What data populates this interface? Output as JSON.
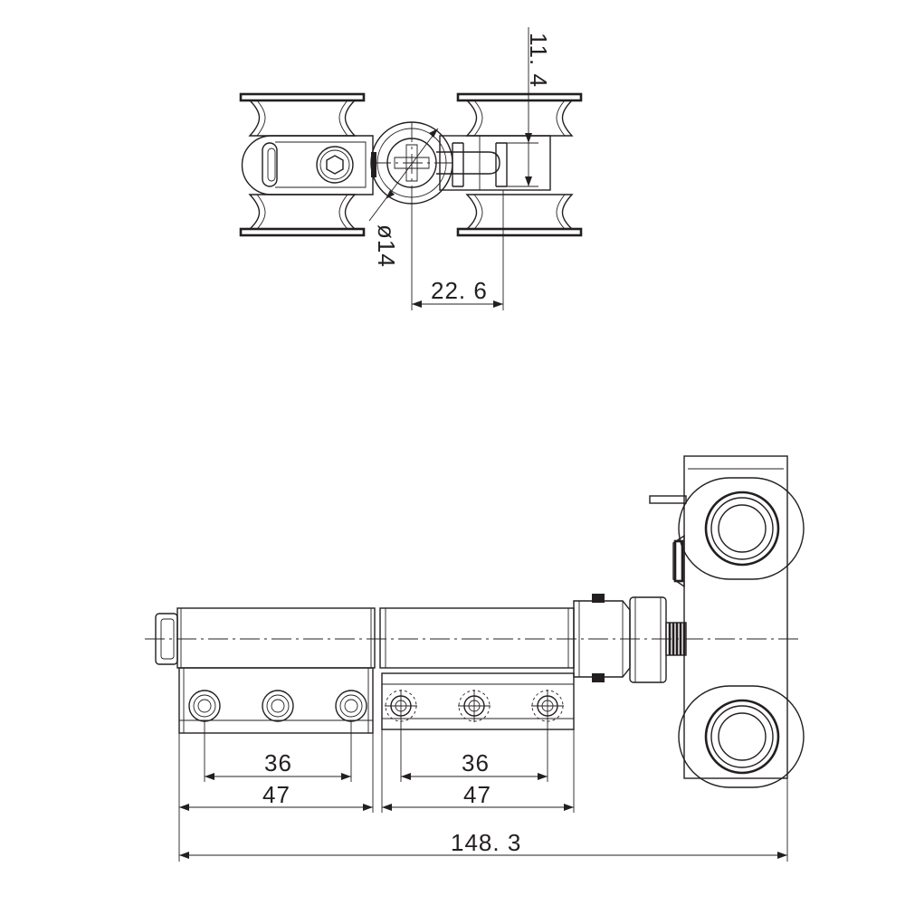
{
  "top_view": {
    "dim_height": "11. 4",
    "dim_diameter": "ø14",
    "dim_offset": "22. 6"
  },
  "front_view": {
    "dim_hole_pitch_left": "36",
    "dim_hole_pitch_right": "36",
    "dim_leaf_left": "47",
    "dim_leaf_right": "47",
    "dim_overall": "148. 3"
  }
}
